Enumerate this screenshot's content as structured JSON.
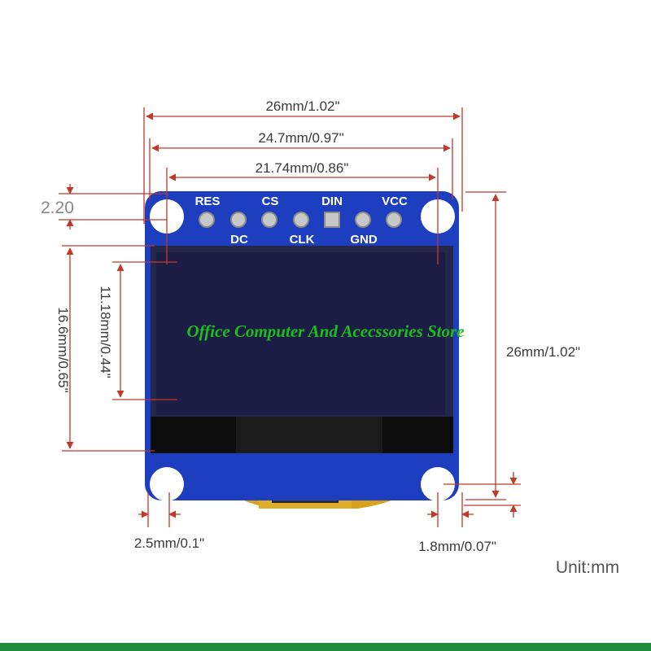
{
  "dimensions": {
    "top_width_outer": "26mm/1.02\"",
    "top_width_middle": "24.7mm/0.97\"",
    "top_width_inner": "21.74mm/0.86\"",
    "hole_offset": "2.20",
    "height_right": "26mm/1.02\"",
    "display_height_outer": "16.6mm/0.65\"",
    "display_height_inner": "11.18mm/0.44\"",
    "bottom_left": "2.5mm/0.1\"",
    "bottom_right": "1.8mm/0.07\""
  },
  "pins": {
    "top_row": [
      "RES",
      "CS",
      "DIN",
      "VCC"
    ],
    "bottom_row": [
      "DC",
      "CLK",
      "GND"
    ]
  },
  "watermark": "Office Computer And Acecssories Store",
  "unit_label": "Unit:mm",
  "colors": {
    "line": "#c0392b",
    "pcb": "#1d3fbf",
    "screen": "#1c1d45",
    "flex": "#d9a21c",
    "watermark": "#1bbf1b"
  }
}
